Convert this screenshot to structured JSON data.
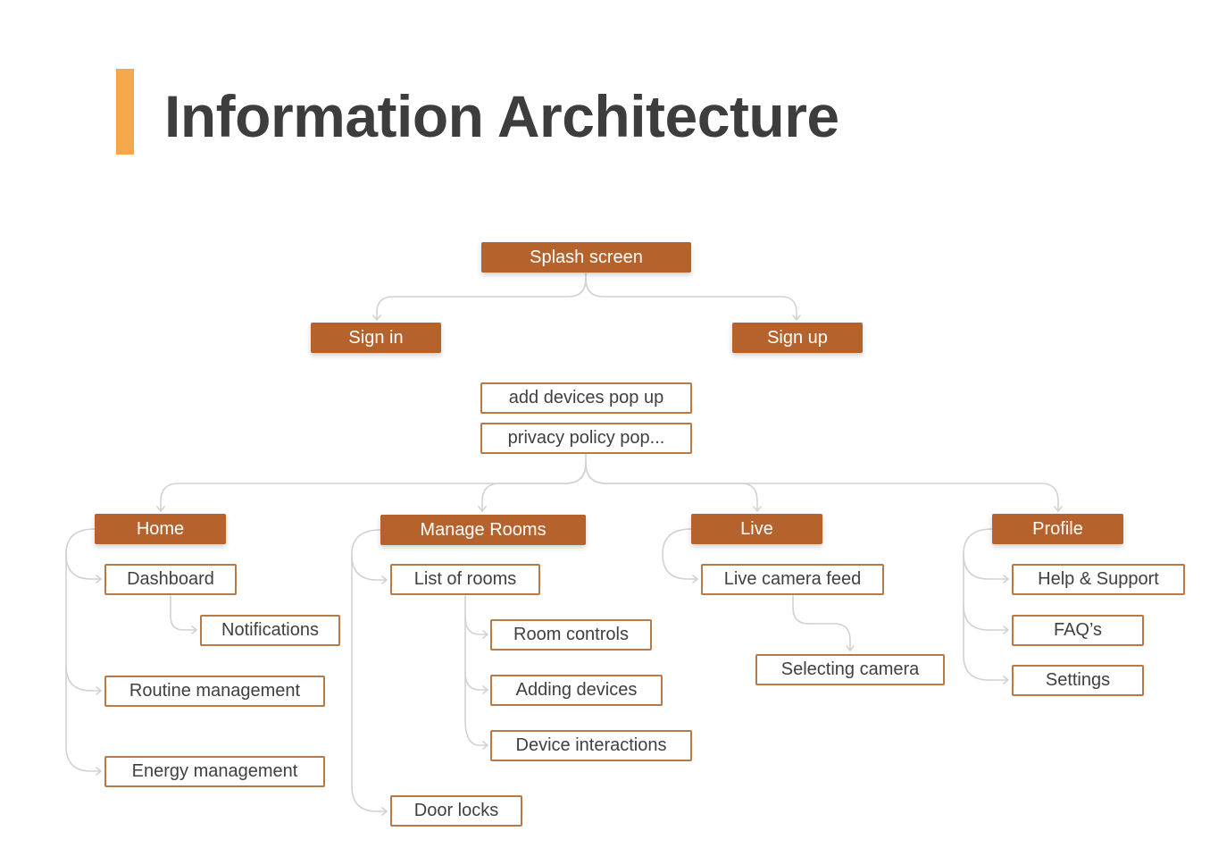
{
  "header": {
    "title": "Information Architecture"
  },
  "diagram": {
    "splash": "Splash screen",
    "sign_in": "Sign in",
    "sign_up": "Sign up",
    "add_devices_popup": "add devices pop up",
    "privacy_popup": "privacy policy pop...",
    "home": {
      "label": "Home",
      "dashboard": "Dashboard",
      "notifications": "Notifications",
      "routine": "Routine management",
      "energy": "Energy management"
    },
    "rooms": {
      "label": "Manage Rooms",
      "list": "List of rooms",
      "controls": "Room controls",
      "adding": "Adding devices",
      "interactions": "Device interactions",
      "door_locks": "Door locks"
    },
    "live": {
      "label": "Live",
      "feed": "Live camera feed",
      "selecting": "Selecting camera"
    },
    "profile": {
      "label": "Profile",
      "help": "Help & Support",
      "faq": "FAQ’s",
      "settings": "Settings"
    }
  },
  "colors": {
    "accent": "#f5a84b",
    "node_fill": "#b5622c",
    "node_border": "#b87949",
    "connector": "#d2d2d2"
  }
}
